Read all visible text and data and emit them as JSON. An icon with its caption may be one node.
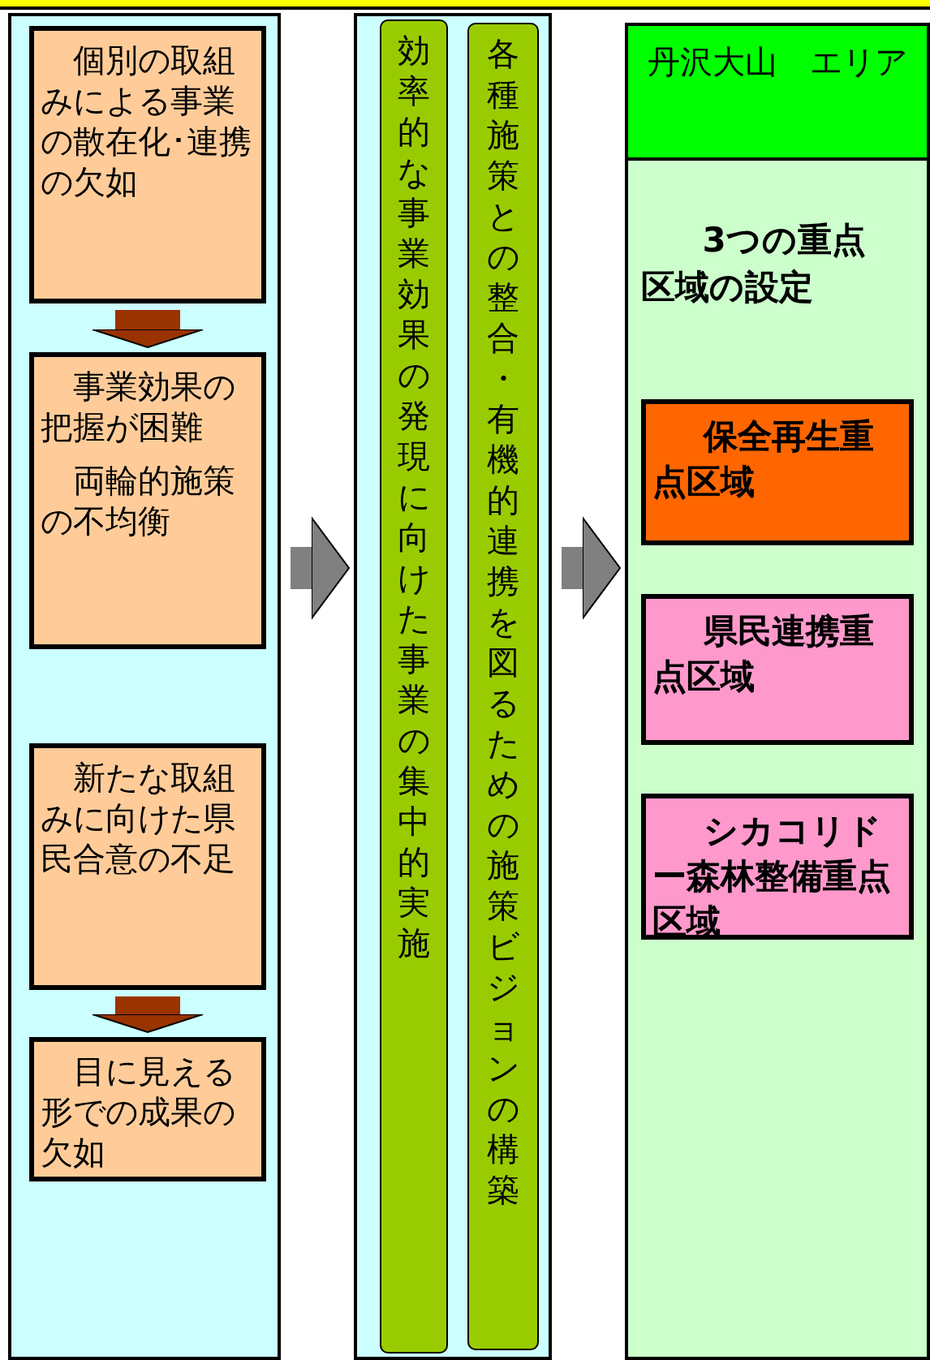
{
  "diagram": {
    "nodes": [
      {
        "text": [],
        "shape": "box"
      },
      {
        "text": [
          "個別の取組みによる事業の散在化･連携の欠如"
        ],
        "in": 0
      },
      {
        "text": [
          "事業効果の把握が困難",
          "両輪的施策の不均衡"
        ],
        "in": 0
      },
      {
        "text": [
          "新たな取組みに向けた県民合意の不足"
        ],
        "in": 0
      },
      {
        "text": [
          "目に見える形での成果の欠如"
        ],
        "in": 0
      },
      {
        "text": [],
        "shape": "box"
      },
      {
        "text": [
          "効率的な事業効果の発現に向けた事業の集中的実施"
        ],
        "in": 5
      },
      {
        "text": [
          "各種施策との整合・有機的連携を図るための施策ビジョンの構築"
        ],
        "in": 5
      },
      {
        "text": [
          "丹沢大山　エリア",
          "3つの重点区域の設定"
        ]
      },
      {
        "text": [
          "保全再生重点区域"
        ],
        "in": 8
      },
      {
        "text": [
          "県民連携重点区域"
        ],
        "in": 8
      },
      {
        "text": [
          "シカコリドー森林整備重点区域"
        ],
        "in": 8
      }
    ],
    "edges": [
      {
        "from": 1,
        "to": 2,
        "arrow": "to",
        "color": "#993300"
      },
      {
        "from": 3,
        "to": 4,
        "arrow": "to",
        "color": "#993300"
      },
      {
        "from": 0,
        "to": 5,
        "arrow": "to",
        "color": "#808080"
      },
      {
        "from": 5,
        "to": 8,
        "arrow": "to",
        "color": "#808080"
      }
    ]
  }
}
